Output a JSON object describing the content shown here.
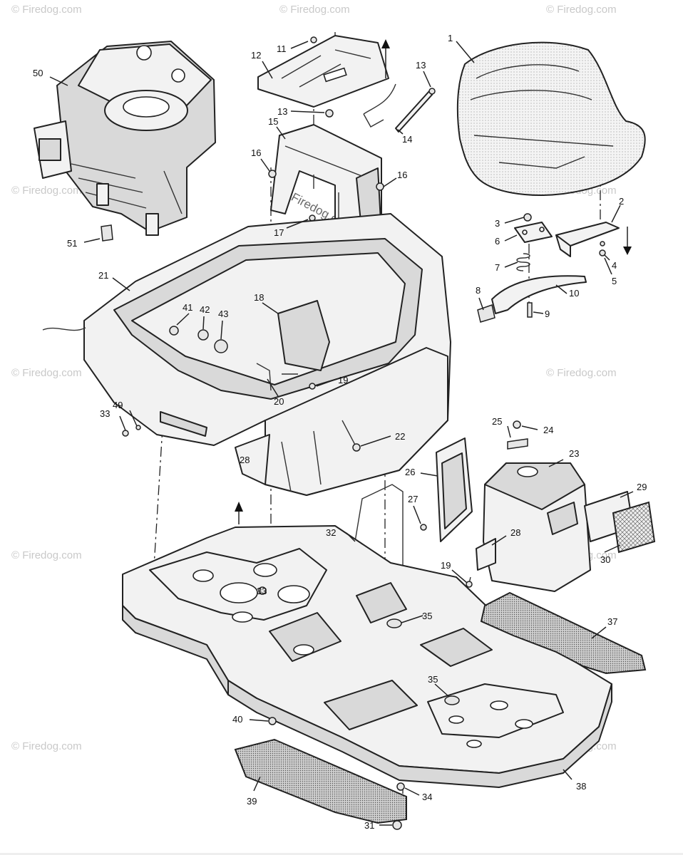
{
  "watermark": "© Firedog.com",
  "callouts": [
    "1",
    "2",
    "3",
    "4",
    "5",
    "6",
    "7",
    "8",
    "9",
    "10",
    "11",
    "12",
    "13",
    "13",
    "14",
    "15",
    "16",
    "16",
    "17",
    "18",
    "19",
    "19",
    "20",
    "21",
    "22",
    "23",
    "24",
    "25",
    "26",
    "27",
    "28",
    "28",
    "29",
    "30",
    "31",
    "32",
    "33",
    "33",
    "34",
    "35",
    "35",
    "37",
    "38",
    "39",
    "40",
    "41",
    "42",
    "43",
    "49",
    "50",
    "51"
  ]
}
